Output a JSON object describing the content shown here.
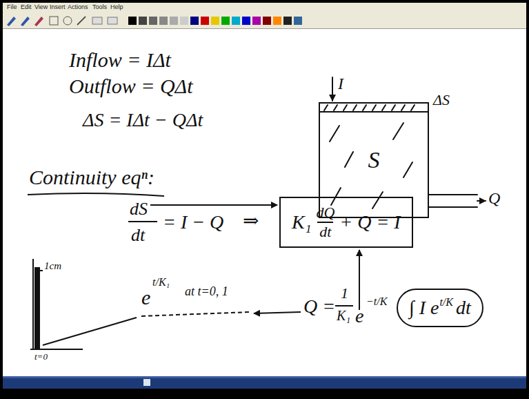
{
  "diagram": {
    "nodes": [
      {
        "text": [
          "S"
        ]
      },
      {
        "text": [
          "K₁",
          "dQ",
          "dt",
          "+ Q = I"
        ]
      },
      {
        "text": [
          "∫ I e",
          "t/K",
          "dt"
        ]
      }
    ],
    "labels": [
      "File",
      "Edit",
      "View",
      "Insert",
      "Actions",
      "Tools",
      "Help",
      "Inflow = IΔt",
      "Outflow = QΔt",
      "ΔS = IΔt − QΔt",
      "I",
      "ΔS",
      "Q",
      "Continuity eqⁿ:",
      "dS",
      "dt",
      "= I − Q",
      "⇒",
      "1cm",
      "t=0",
      "e",
      "t/K₁",
      "at t=0, 1",
      "Q =",
      "1",
      "K₁",
      "e",
      "−t/K"
    ]
  }
}
